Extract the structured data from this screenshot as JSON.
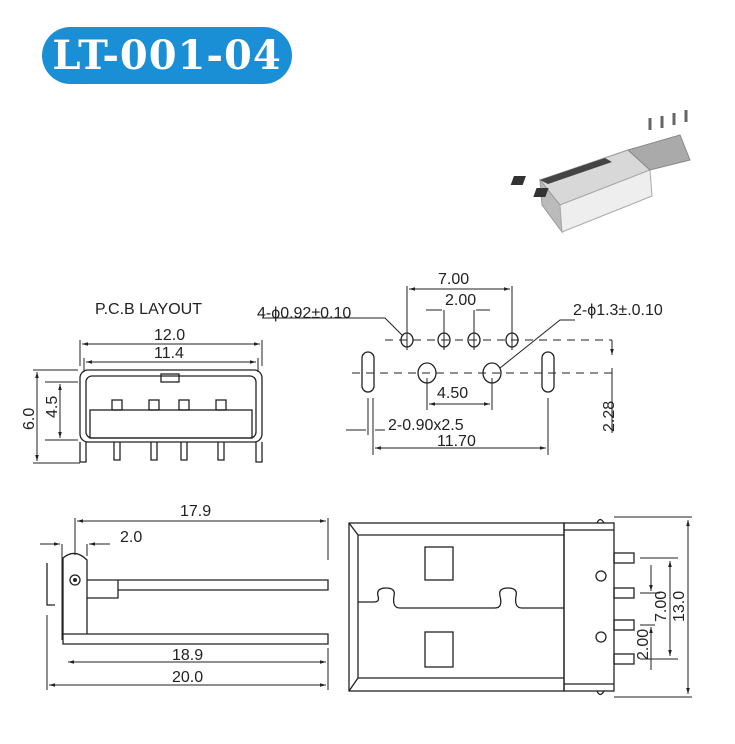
{
  "title": "LT-001-04",
  "pcb_label": "P.C.B LAYOUT",
  "front_view": {
    "width_outer": "12.0",
    "width_inner": "11.4",
    "height_outer": "6.0",
    "height_inner": "4.5"
  },
  "pcb_layout": {
    "pin_pitch_outer": "7.00",
    "pin_pitch_inner": "2.00",
    "pin_holes": "4-ϕ0.92±0.10",
    "post_holes": "2-ϕ1.3±.0.10",
    "post_spacing": "4.50",
    "slots": "2-0.90x2.5",
    "slot_spacing": "11.70",
    "row_offset": "2.28"
  },
  "side_view": {
    "length_a": "17.9",
    "offset": "2.0",
    "length_b": "18.9",
    "length_total": "20.0"
  },
  "top_view": {
    "pin_span": "7.00",
    "pin_pitch": "2.00",
    "width": "13.0"
  }
}
